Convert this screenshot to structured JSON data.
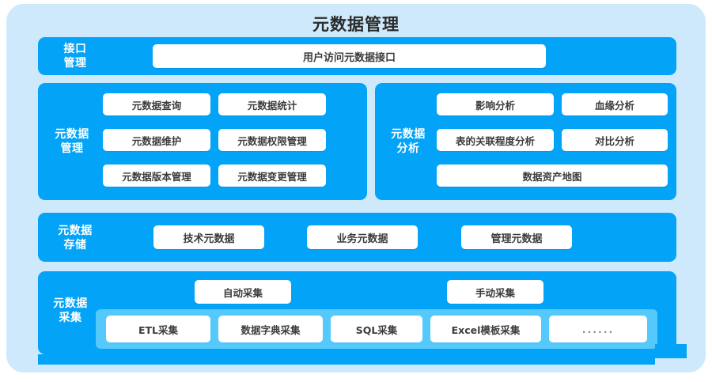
{
  "diagram": {
    "title": "元数据管理",
    "colors": {
      "outer_panel": "#cde9fb",
      "row_blue": "#03a3f7",
      "sub_panel_blue": "#55c9fc",
      "box_white": "#ffffff",
      "label_text": "#ffffff",
      "box_text": "#3c3c3c",
      "title_text": "#2b2b2b"
    }
  },
  "rows": {
    "interface": {
      "label": "接口\n管理",
      "label_line1": "接口",
      "label_line2": "管理",
      "items": [
        "用户访问元数据接口"
      ]
    },
    "management": {
      "label_line1": "元数据",
      "label_line2": "管理",
      "items": [
        "元数据查询",
        "元数据统计",
        "元数据维护",
        "元数据权限管理",
        "元数据版本管理",
        "元数据变更管理"
      ]
    },
    "analysis": {
      "label_line1": "元数据",
      "label_line2": "分析",
      "items": [
        "影响分析",
        "血缘分析",
        "表的关联程度分析",
        "对比分析",
        "数据资产地图"
      ]
    },
    "storage": {
      "label_line1": "元数据",
      "label_line2": "存储",
      "items": [
        "技术元数据",
        "业务元数据",
        "管理元数据"
      ]
    },
    "collection": {
      "label_line1": "元数据",
      "label_line2": "采集",
      "modes": [
        "自动采集",
        "手动采集"
      ],
      "methods": [
        "ETL采集",
        "数据字典采集",
        "SQL采集",
        "Excel模板采集",
        "......"
      ]
    }
  },
  "watermark": {
    "text": ""
  }
}
